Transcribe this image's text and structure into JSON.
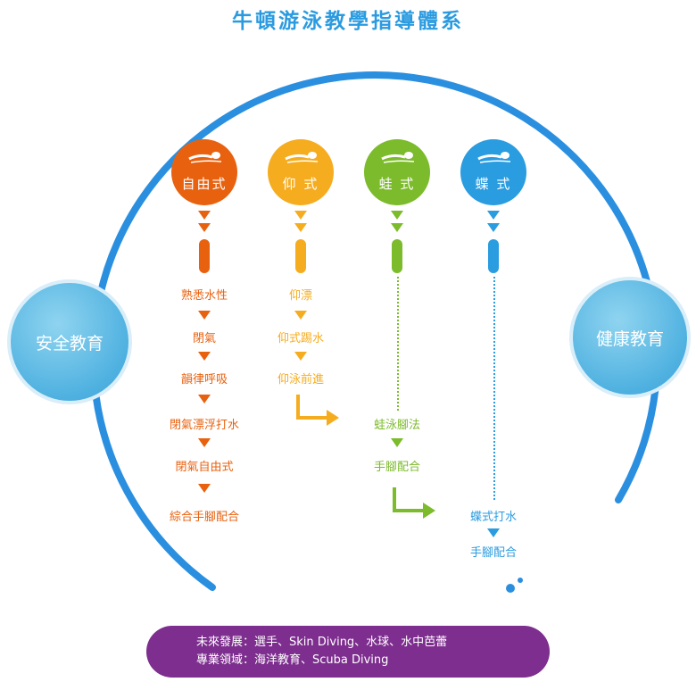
{
  "title": "牛頓游泳教學指導體系",
  "left_circle": "安全教育",
  "right_circle": "健康教育",
  "strokes": [
    {
      "label": "自由式",
      "color": "#e8610f",
      "steps": [
        "熟悉水性",
        "閉氣",
        "韻律呼吸",
        "閉氣漂浮打水",
        "閉氣自由式",
        "綜合手腳配合"
      ]
    },
    {
      "label": "仰  式",
      "color": "#f6ac1f",
      "steps": [
        "仰漂",
        "仰式踢水",
        "仰泳前進"
      ]
    },
    {
      "label": "蛙  式",
      "color": "#7cbb2b",
      "steps": [
        "蛙泳腳法",
        "手腳配合"
      ]
    },
    {
      "label": "蝶  式",
      "color": "#2a9ce0",
      "steps": [
        "蝶式打水",
        "手腳配合"
      ]
    }
  ],
  "footer": {
    "line1": "未來發展：選手、Skin Diving、水球、水中芭蕾",
    "line2": "專業領域：海洋教育、Scuba Diving"
  }
}
